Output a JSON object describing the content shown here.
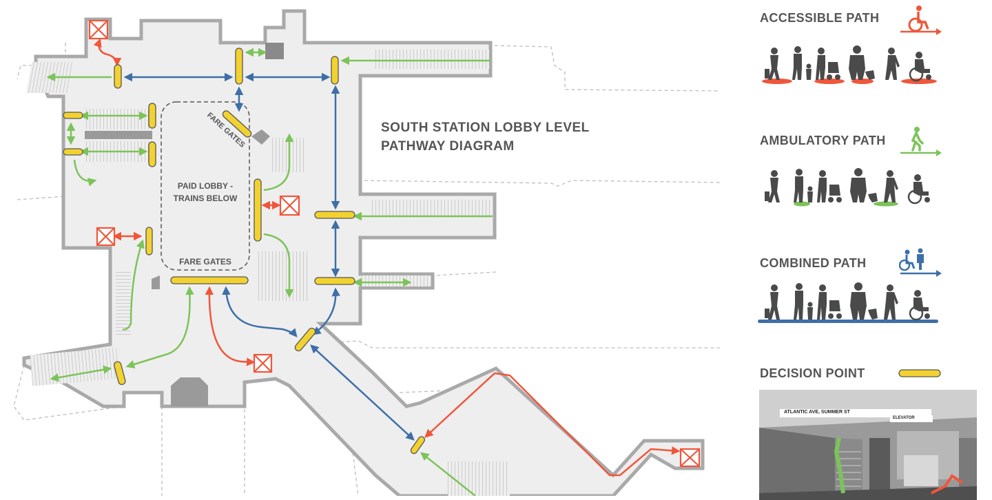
{
  "diagram": {
    "title_line1": "SOUTH STATION LOBBY LEVEL",
    "title_line2": "PATHWAY DIAGRAM",
    "paid_lobby_line1": "PAID LOBBY -",
    "paid_lobby_line2": "TRAINS BELOW",
    "fare_gates_top": "FARE GATES",
    "fare_gates_bottom": "FARE GATES"
  },
  "legend": {
    "accessible": {
      "label": "ACCESSIBLE PATH",
      "color": "#f0563a",
      "icon": "wheelchair-icon"
    },
    "ambulatory": {
      "label": "AMBULATORY PATH",
      "color": "#7cc35a",
      "icon": "walking-person-icon"
    },
    "combined": {
      "label": "COMBINED PATH",
      "color": "#3d6fa8",
      "icon": "wheelchair-and-person-icon"
    },
    "decision": {
      "label": "DECISION POINT",
      "color": "#f2d230"
    }
  },
  "photo": {
    "sign_text": "ATLANTIC AVE, SUMMER ST",
    "elevator_text": "ELEVATOR"
  },
  "colors": {
    "wall": "#a9a9a9",
    "floor": "#eeeeee",
    "stair": "#c8c8c8",
    "elevator": "#f0563a"
  }
}
